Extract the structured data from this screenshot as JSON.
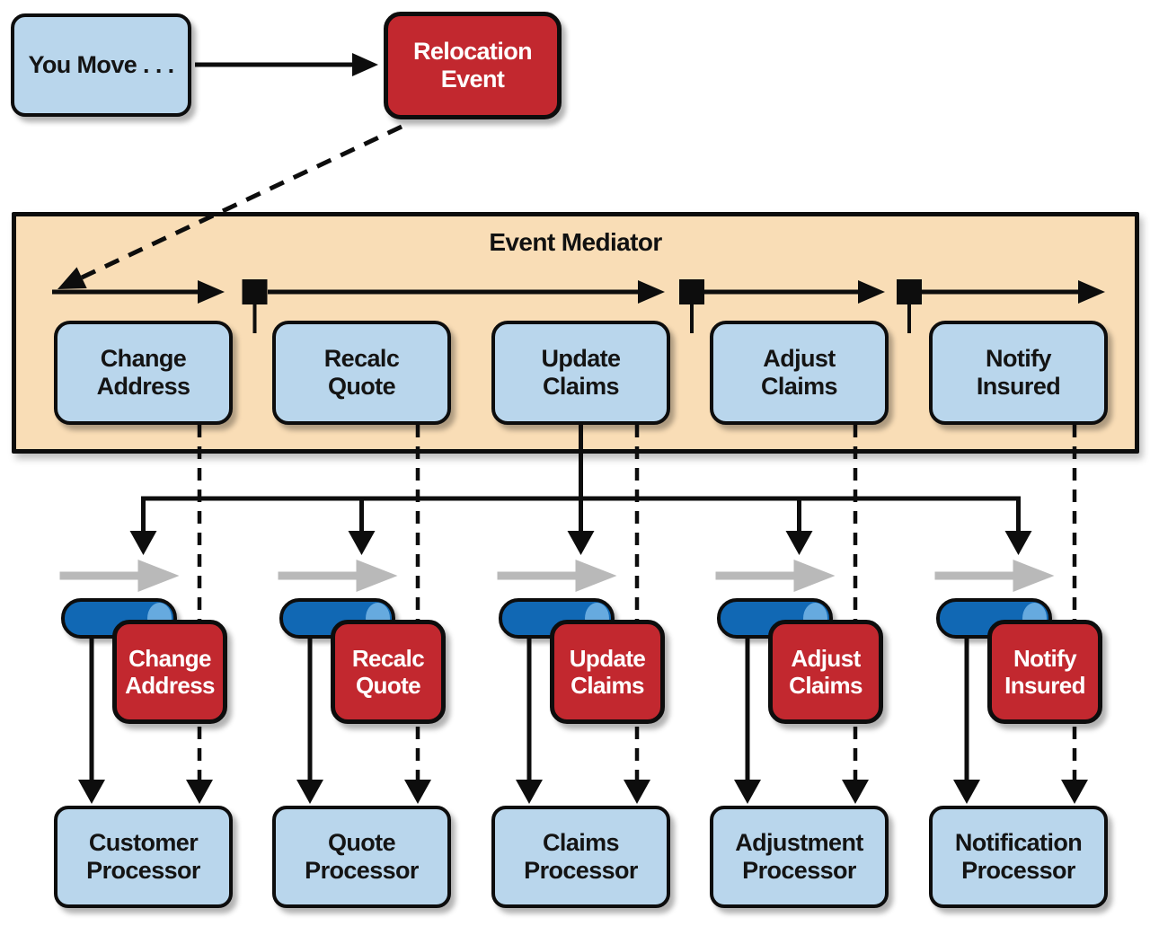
{
  "colors": {
    "box_blue": "#b9d6ec",
    "event_red": "#c2282f",
    "mediator_tan": "#f9ddb6",
    "cylinder_blue": "#1168b4",
    "cylinder_cap_blue": "#66aadf",
    "arrow_gray": "#b9b9b9",
    "outline_black": "#0d0d0d"
  },
  "trigger": {
    "label": "You Move . . ."
  },
  "initiating_event": {
    "line1": "Relocation",
    "line2": "Event"
  },
  "mediator": {
    "title": "Event Mediator"
  },
  "columns": [
    {
      "step": {
        "line1": "Change",
        "line2": "Address"
      },
      "event": {
        "line1": "Change",
        "line2": "Address"
      },
      "processor": {
        "line1": "Customer",
        "line2": "Processor"
      }
    },
    {
      "step": {
        "line1": "Recalc",
        "line2": "Quote"
      },
      "event": {
        "line1": "Recalc",
        "line2": "Quote"
      },
      "processor": {
        "line1": "Quote",
        "line2": "Processor"
      }
    },
    {
      "step": {
        "line1": "Update",
        "line2": "Claims"
      },
      "event": {
        "line1": "Update",
        "line2": "Claims"
      },
      "processor": {
        "line1": "Claims",
        "line2": "Processor"
      }
    },
    {
      "step": {
        "line1": "Adjust",
        "line2": "Claims"
      },
      "event": {
        "line1": "Adjust",
        "line2": "Claims"
      },
      "processor": {
        "line1": "Adjustment",
        "line2": "Processor"
      }
    },
    {
      "step": {
        "line1": "Notify",
        "line2": "Insured"
      },
      "event": {
        "line1": "Notify",
        "line2": "Insured"
      },
      "processor": {
        "line1": "Notification",
        "line2": "Processor"
      }
    }
  ]
}
